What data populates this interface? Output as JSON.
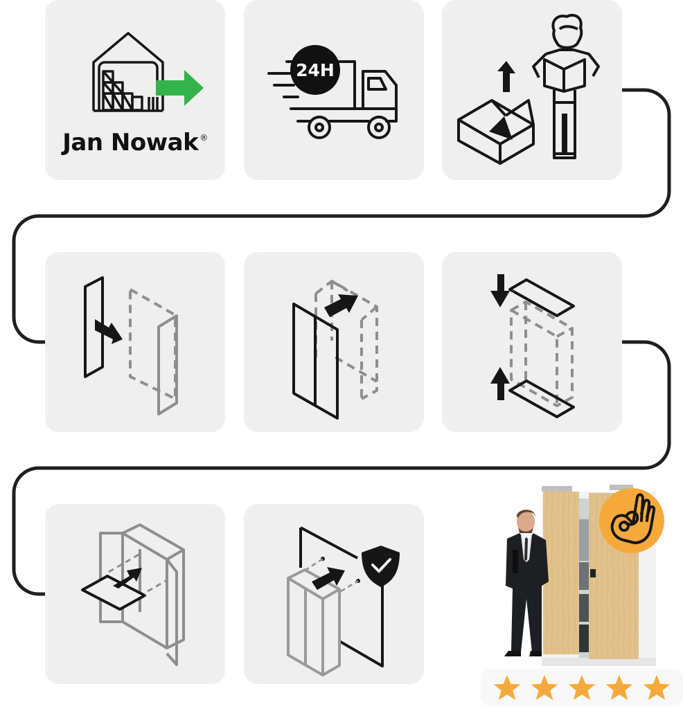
{
  "brand": {
    "name": "Jan Nowak",
    "registered_mark": "®"
  },
  "delivery": {
    "badge": "24H"
  },
  "steps": [
    {
      "id": 1,
      "name": "warehouse-dispatch",
      "icon": "warehouse-arrow-icon"
    },
    {
      "id": 2,
      "name": "24h-delivery",
      "icon": "delivery-truck-icon"
    },
    {
      "id": 3,
      "name": "unbox-read-instructions",
      "icon": "unbox-person-instructions-icon"
    },
    {
      "id": 4,
      "name": "attach-side-panel",
      "icon": "side-panel-assembly-icon"
    },
    {
      "id": 5,
      "name": "attach-back-panel",
      "icon": "back-panel-assembly-icon"
    },
    {
      "id": 6,
      "name": "attach-top-bottom",
      "icon": "top-bottom-assembly-icon"
    },
    {
      "id": 7,
      "name": "insert-shelf",
      "icon": "shelf-insert-icon"
    },
    {
      "id": 8,
      "name": "mount-to-wall",
      "icon": "wall-mount-shield-icon"
    }
  ],
  "final": {
    "ok_badge_icon": "ok-hand-icon",
    "rating": {
      "stars": 5,
      "max": 5
    }
  },
  "colors": {
    "tile_bg": "#efeff0",
    "line": "#1f1f1f",
    "green_arrow": "#34b34a",
    "accent_orange": "#f6a93b",
    "wood": "#e2c38d",
    "gray_stroke": "#8e8e8e"
  }
}
